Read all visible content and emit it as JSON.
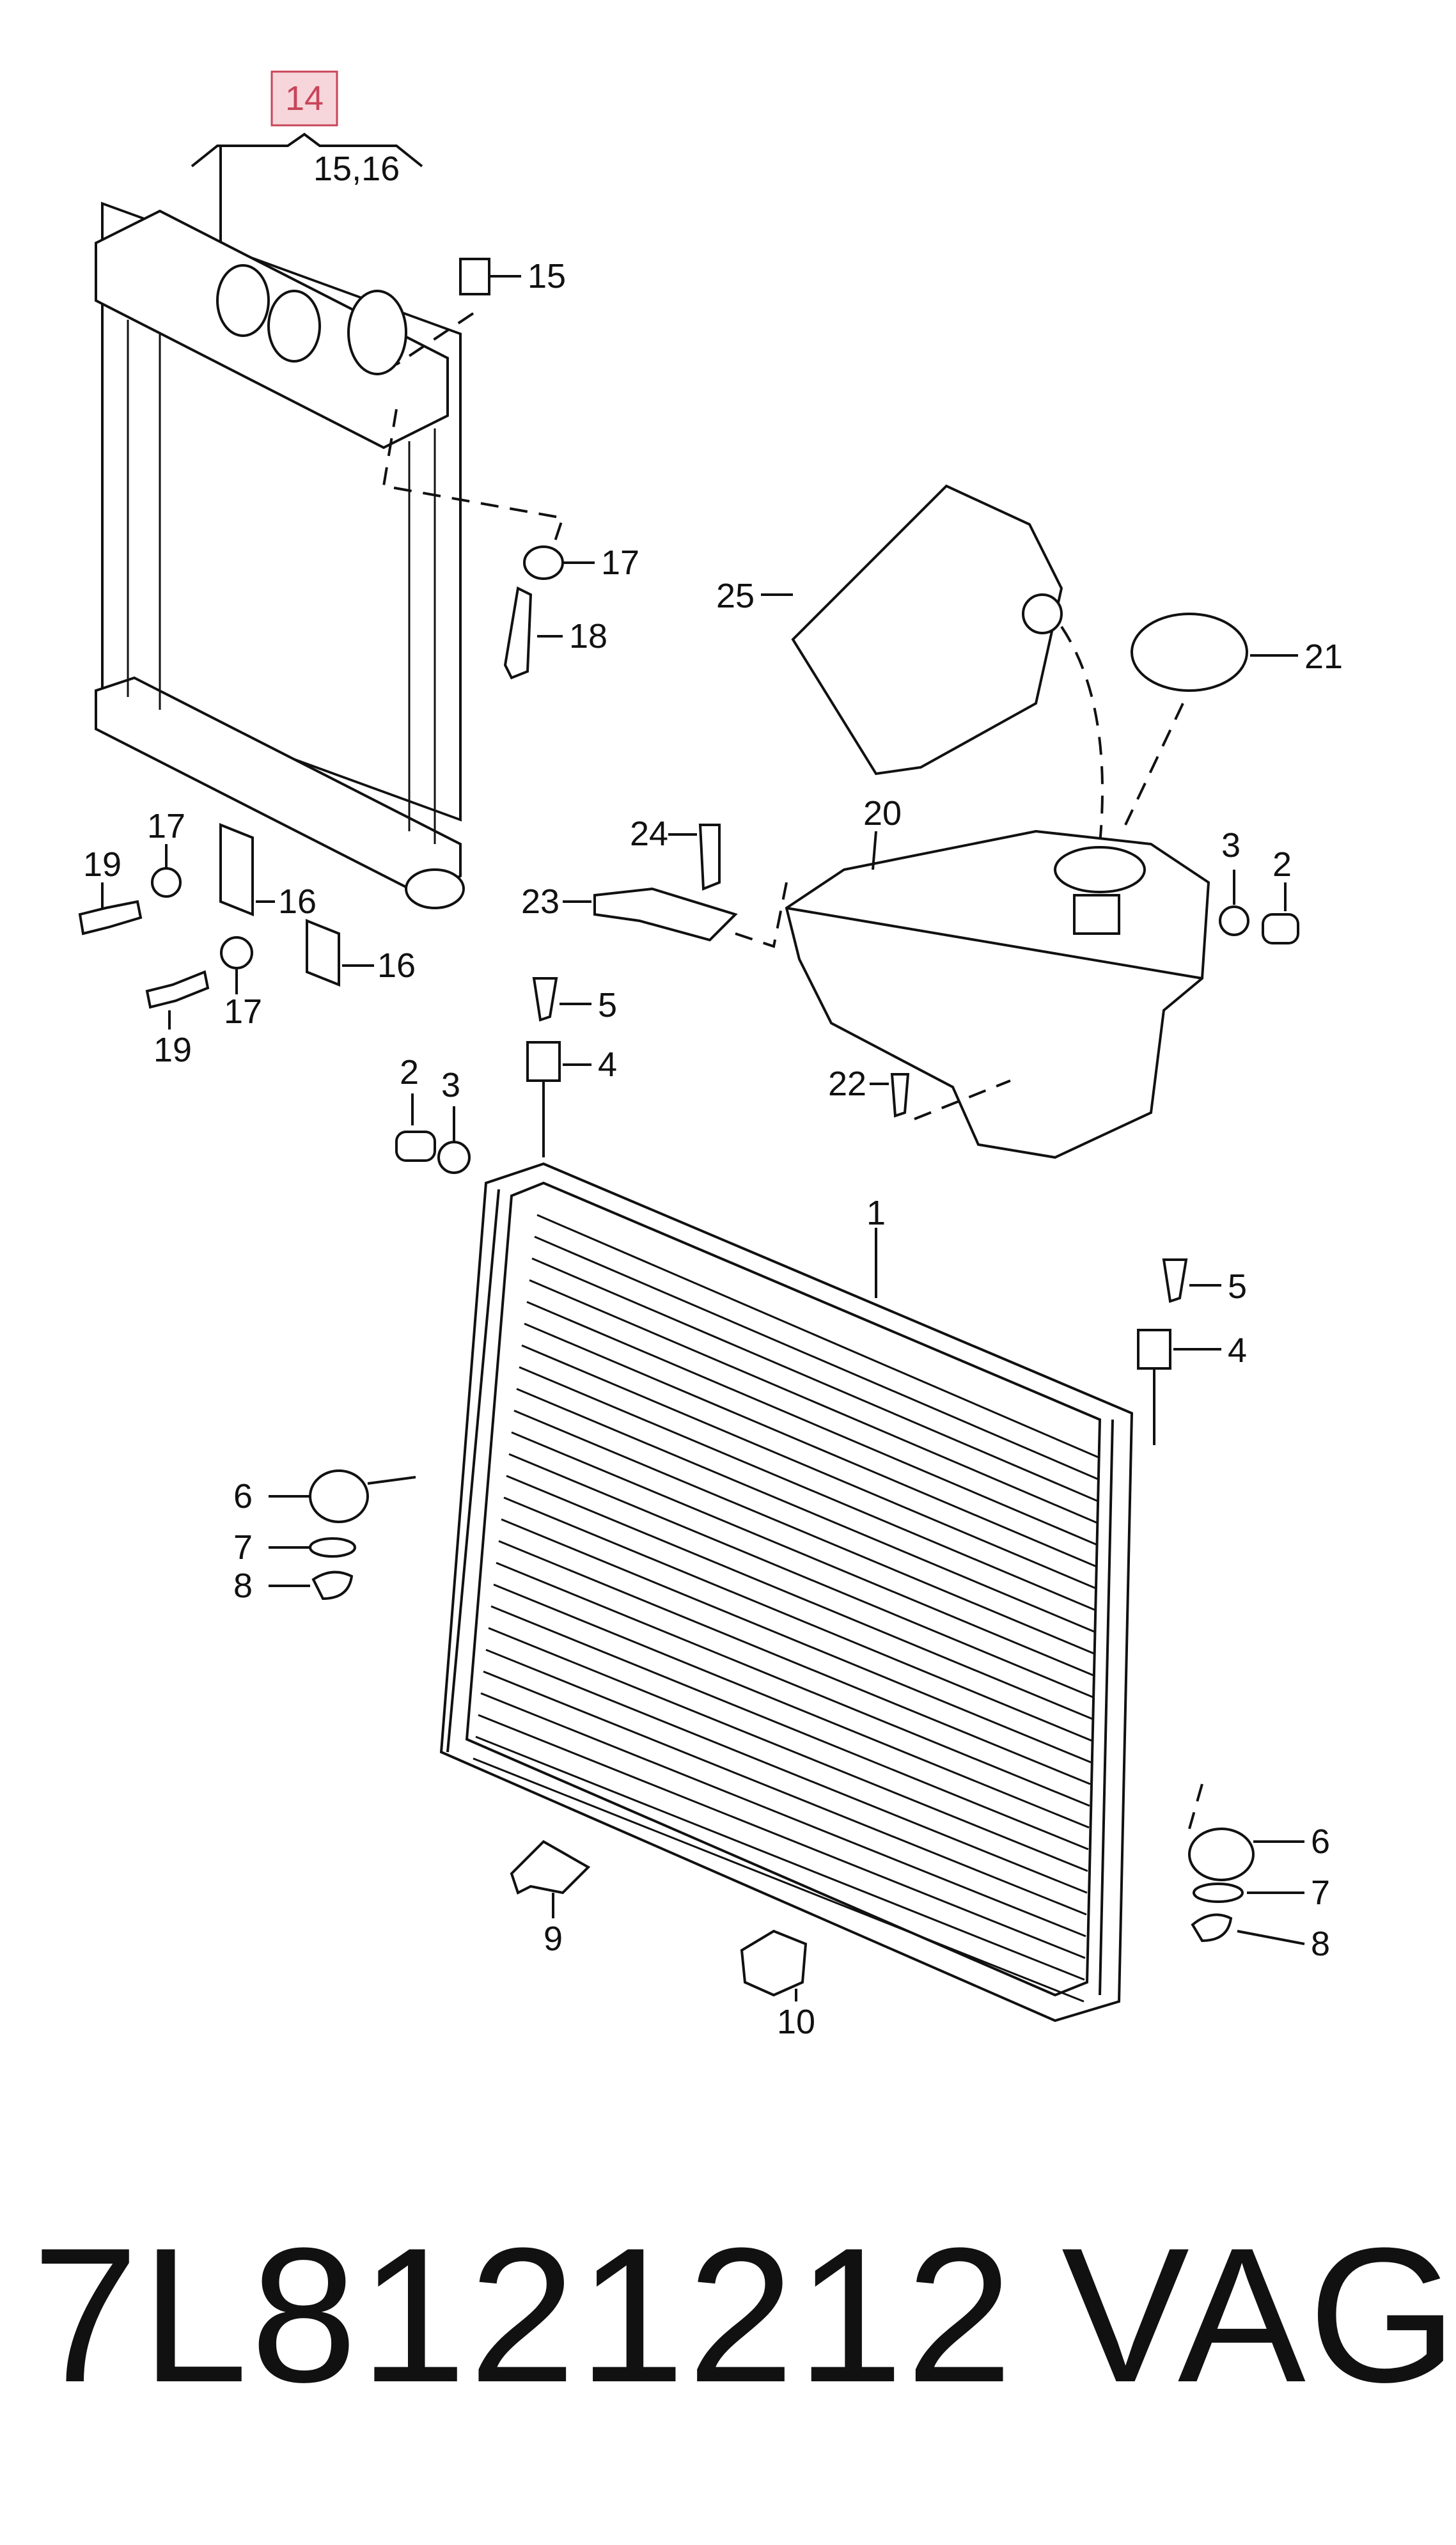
{
  "callouts": {
    "c14": "14",
    "c15_16": "15,16",
    "c15": "15",
    "c17a": "17",
    "c18": "18",
    "c25": "25",
    "c21": "21",
    "c17b": "17",
    "c19a": "19",
    "c16a": "16",
    "c16b": "16",
    "c17c": "17",
    "c19b": "19",
    "c24": "24",
    "c20": "20",
    "c3a": "3",
    "c2a": "2",
    "c23": "23",
    "c5a": "5",
    "c4a": "4",
    "c22": "22",
    "c2b": "2",
    "c3b": "3",
    "c1": "1",
    "c5b": "5",
    "c4b": "4",
    "c6a": "6",
    "c7a": "7",
    "c8a": "8",
    "c6b": "6",
    "c7b": "7",
    "c8b": "8",
    "c9": "9",
    "c10": "10"
  },
  "footer": {
    "part_number": "7L8121212",
    "brand": "VAG"
  },
  "colors": {
    "highlight_box": "#f6d6db",
    "highlight_border": "#c8455a"
  }
}
